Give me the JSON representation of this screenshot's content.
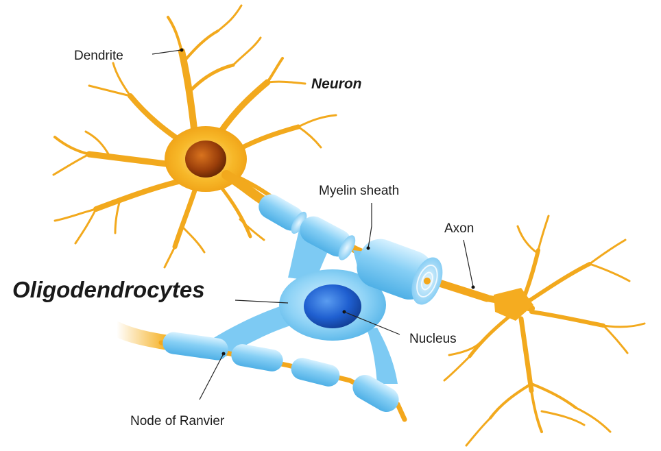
{
  "labels": {
    "dendrite": "Dendrite",
    "neuron": "Neuron",
    "myelin_sheath": "Myelin sheath",
    "axon": "Axon",
    "oligodendrocytes": "Oligodendrocytes",
    "nucleus": "Nucleus",
    "node_of_ranvier": "Node of Ranvier"
  },
  "colors": {
    "neuron": "#f5b021",
    "neuron_dark": "#e39a12",
    "neuron_nucleus": "#a84a0c",
    "myelin": "#7cc8f2",
    "myelin_light": "#c8ebfc",
    "oligo_nucleus": "#1f5fd0",
    "background": "#ffffff"
  }
}
